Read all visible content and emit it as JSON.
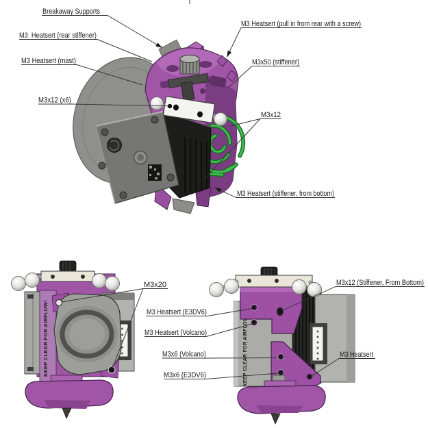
{
  "diagram": {
    "description": "Extruder assembly hardware callout diagram with three CAD views",
    "embossed_text": "KEEP CLEAR FOR AIRFLOW!",
    "views": {
      "iso": {
        "name": "isometric assembly view",
        "callouts": [
          {
            "label": "Breakaway Supports"
          },
          {
            "label": "M3  Heatsert (rear stiffener)"
          },
          {
            "label": "M3 Heatsert (mast)"
          },
          {
            "label": "M3x12 (x6)"
          },
          {
            "label": "M3 Heatsert (pull in from rear with a screw)"
          },
          {
            "label": "M3x50 (stiffener)"
          },
          {
            "label": "M3x12"
          },
          {
            "label": "M3 Heatsert (stiffener, from bottom)"
          }
        ]
      },
      "front": {
        "name": "front view with part cooling fan",
        "callouts": [
          {
            "label": "M3x20"
          },
          {
            "label": "M3 Heatsert (E3DV6)"
          },
          {
            "label": "M3 Heatsert (Volcano)"
          },
          {
            "label": "M3x6 (Volcano)"
          },
          {
            "label": "M3x6 (E3DV6)"
          }
        ]
      },
      "rear": {
        "name": "opposite side view",
        "callouts": [
          {
            "label": "M3x12 (Stiffener, From Bottom)"
          },
          {
            "label": "M3 Heatsert"
          }
        ]
      }
    },
    "colors": {
      "purple": "#9e50a5",
      "purple_light": "#b269b7",
      "purple_dark": "#7b3d82",
      "green_accent": "#3fbf4e",
      "body_gray": "#9c9c99",
      "motor_black": "#1d1d1b",
      "white_part": "#f3f3f1",
      "cream": "#eae6da",
      "leader_line": "#333333"
    }
  }
}
